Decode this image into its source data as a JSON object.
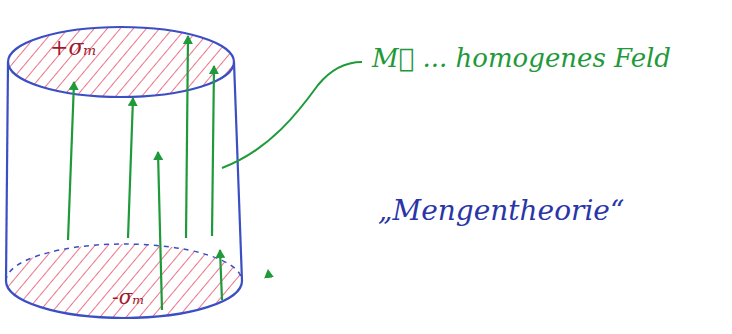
{
  "diagram": {
    "labels": [
      "+σₘ",
      "-σₘ",
      "M⃗ ... homogenes Feld",
      "„Mengentheorie“"
    ]
  }
}
